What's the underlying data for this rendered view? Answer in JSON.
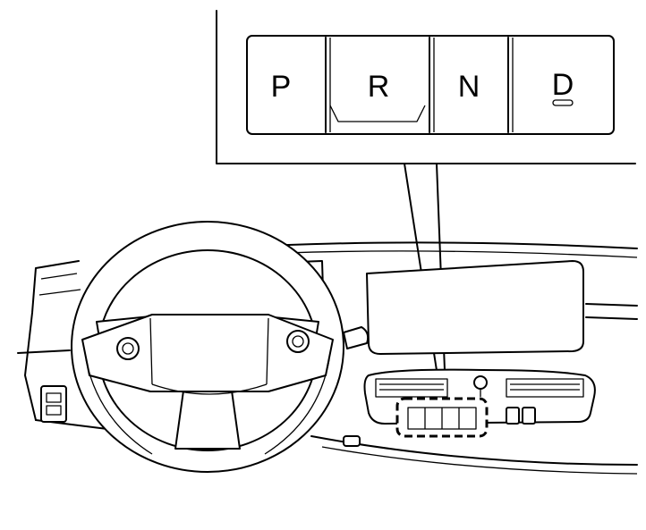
{
  "gear_selector": {
    "positions": [
      "P",
      "R",
      "N",
      "D"
    ]
  }
}
